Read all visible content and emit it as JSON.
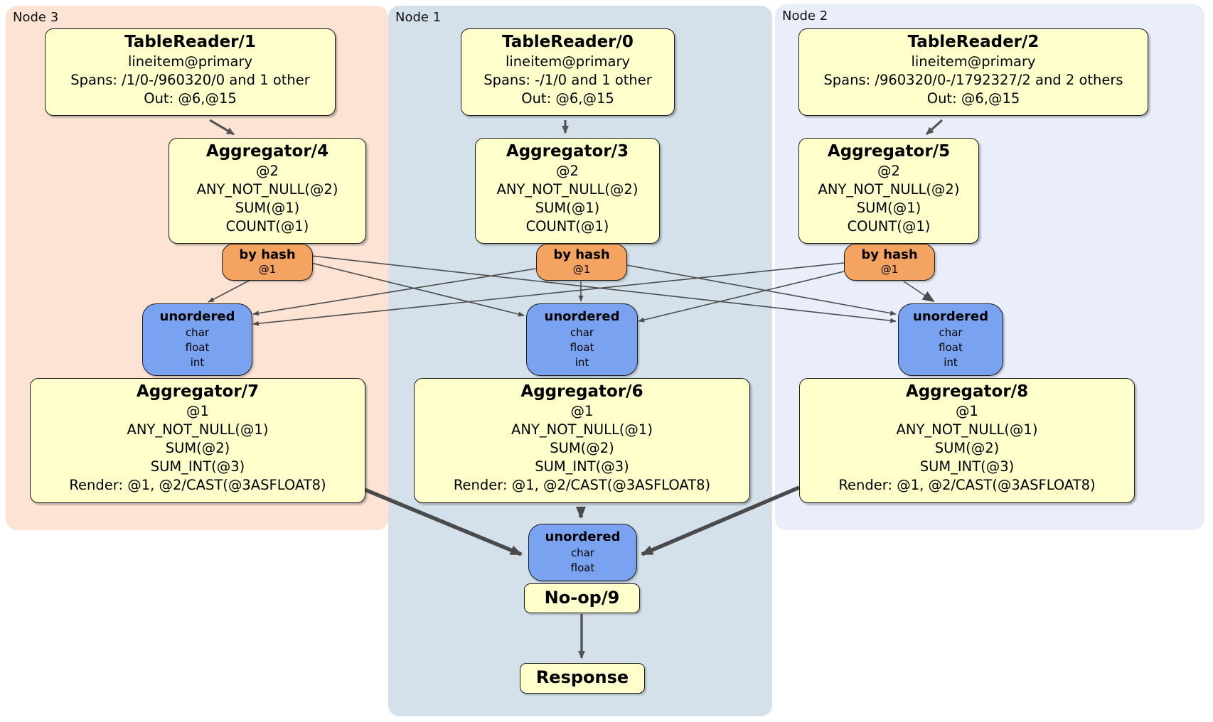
{
  "regions": {
    "node3": {
      "label": "Node 3"
    },
    "node1": {
      "label": "Node 1"
    },
    "node2": {
      "label": "Node 2"
    }
  },
  "processors": {
    "tr1": {
      "title": "TableReader/1",
      "lines": [
        "lineitem@primary",
        "Spans: /1/0-/960320/0 and 1 other",
        "Out: @6,@15"
      ]
    },
    "tr0": {
      "title": "TableReader/0",
      "lines": [
        "lineitem@primary",
        "Spans: -/1/0 and 1 other",
        "Out: @6,@15"
      ]
    },
    "tr2": {
      "title": "TableReader/2",
      "lines": [
        "lineitem@primary",
        "Spans: /960320/0-/1792327/2 and 2 others",
        "Out: @6,@15"
      ]
    },
    "agg4": {
      "title": "Aggregator/4",
      "lines": [
        "@2",
        "ANY_NOT_NULL(@2)",
        "SUM(@1)",
        "COUNT(@1)"
      ]
    },
    "agg3": {
      "title": "Aggregator/3",
      "lines": [
        "@2",
        "ANY_NOT_NULL(@2)",
        "SUM(@1)",
        "COUNT(@1)"
      ]
    },
    "agg5": {
      "title": "Aggregator/5",
      "lines": [
        "@2",
        "ANY_NOT_NULL(@2)",
        "SUM(@1)",
        "COUNT(@1)"
      ]
    },
    "agg7": {
      "title": "Aggregator/7",
      "lines": [
        "@1",
        "ANY_NOT_NULL(@1)",
        "SUM(@2)",
        "SUM_INT(@3)",
        "Render: @1, @2/CAST(@3ASFLOAT8)"
      ]
    },
    "agg6": {
      "title": "Aggregator/6",
      "lines": [
        "@1",
        "ANY_NOT_NULL(@1)",
        "SUM(@2)",
        "SUM_INT(@3)",
        "Render: @1, @2/CAST(@3ASFLOAT8)"
      ]
    },
    "agg8": {
      "title": "Aggregator/8",
      "lines": [
        "@1",
        "ANY_NOT_NULL(@1)",
        "SUM(@2)",
        "SUM_INT(@3)",
        "Render: @1, @2/CAST(@3ASFLOAT8)"
      ]
    },
    "noop": {
      "title": "No-op/9"
    },
    "response": {
      "title": "Response"
    }
  },
  "routers": {
    "by_hash": {
      "title": "by hash",
      "key": "@1"
    }
  },
  "syncs": {
    "unordered3": {
      "title": "unordered",
      "columns": [
        "char",
        "float",
        "int"
      ]
    },
    "unordered1": {
      "title": "unordered",
      "columns": [
        "char",
        "float",
        "int"
      ]
    },
    "unordered2": {
      "title": "unordered",
      "columns": [
        "char",
        "float",
        "int"
      ]
    },
    "final": {
      "title": "unordered",
      "columns": [
        "char",
        "float"
      ]
    }
  },
  "colors": {
    "node3_bg": "#fce3d3",
    "node1_bg": "#d4e1ea",
    "node2_bg": "#e9eefa",
    "proc_bg": "#ffffcc",
    "router_bg": "#f4a460",
    "sync_bg": "#79a3f0",
    "edge": "#4d4d4d"
  }
}
